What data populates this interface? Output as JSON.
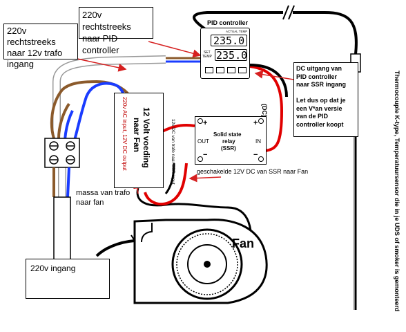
{
  "labels": {
    "mains_to_pid": "220v rechtstreeks naar PID controller",
    "mains_to_trafo": "220v rechtstreeks naar 12v trafo ingang",
    "pid_title": "PID controller",
    "actual_temp_label": "ACTUAL TEMP",
    "actual_temp_value": "235.0",
    "set_temp_label_line1": "SET",
    "set_temp_label_line2": "TEMP",
    "set_temp_value": "235.0",
    "dc_note_lines": [
      "DC uitgang van",
      "PID controller",
      "naar SSR ingang",
      "",
      "Let dus op dat je",
      "een V*an versie",
      "van de PID",
      "controller koopt"
    ],
    "dc_marker": "(DC)",
    "supply_title_line1": "12 Volt voeding",
    "supply_title_line2": "naar Fan",
    "supply_subtitle": "220v AC input, 12V DC output",
    "ssr_plus_left": "+",
    "ssr_plus_right": "+",
    "ssr_minus_left": "−",
    "ssr_minus_right": "−",
    "ssr_title_line1": "Solid state",
    "ssr_title_line2": "relay",
    "ssr_title_line3": "(SSR)",
    "ssr_out": "OUT",
    "ssr_in": "IN",
    "ssr_side_note": "12v DC van trafo naar SSR input",
    "switched_note": "geschakelde 12V DC van SSR naar Fan",
    "ground_note": "massa van trafo naar fan",
    "fan_label": "Fan",
    "mains_in": "220v ingang",
    "thermocouple_note": "Thermocouple K-type, Temperatuursensor die in je UDS of smoker is gemonteerd"
  },
  "colors": {
    "red_wire": "#e00000",
    "blue_wire": "#1a3cff",
    "brown_wire": "#8b5a2b",
    "black_wire": "#000000",
    "arrow": "#d62020",
    "label_red": "#c00000"
  }
}
